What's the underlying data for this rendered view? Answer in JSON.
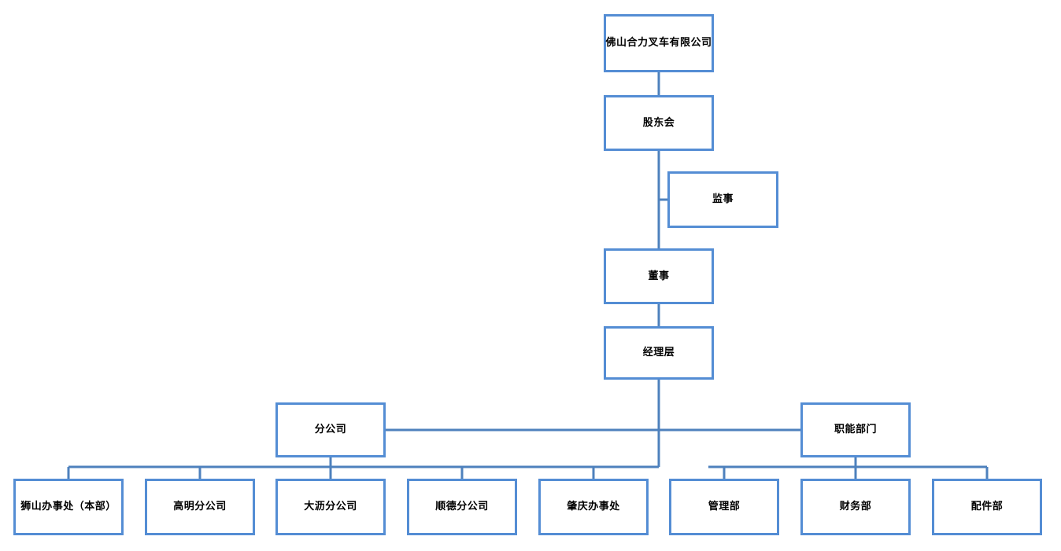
{
  "diagram": {
    "type": "organization-chart",
    "title_text": "佛山合力叉车有限公司",
    "orientation": "top-down",
    "colors": {
      "box_border": "#548DD4",
      "box_fill": "#FFFFFF",
      "connector": "#4E81BD",
      "text": "#000000",
      "background": "#FFFFFF"
    },
    "nodes": {
      "company": {
        "label": "佛山合力叉车有限公司",
        "level": 0
      },
      "shareholders": {
        "label": "股东会",
        "level": 1
      },
      "supervisor": {
        "label": "监事",
        "level": 2
      },
      "director": {
        "label": "董事",
        "level": 3
      },
      "management": {
        "label": "经理层",
        "level": 4
      },
      "branches": {
        "label": "分公司",
        "level": 5
      },
      "functional": {
        "label": "职能部门",
        "level": 5
      }
    },
    "branch_children": [
      {
        "label": "狮山办事处（本部）"
      },
      {
        "label": "高明分公司"
      },
      {
        "label": "大沥分公司"
      },
      {
        "label": "顺德分公司"
      },
      {
        "label": "肇庆办事处"
      }
    ],
    "functional_children": [
      {
        "label": "管理部"
      },
      {
        "label": "财务部"
      },
      {
        "label": "配件部"
      }
    ]
  }
}
